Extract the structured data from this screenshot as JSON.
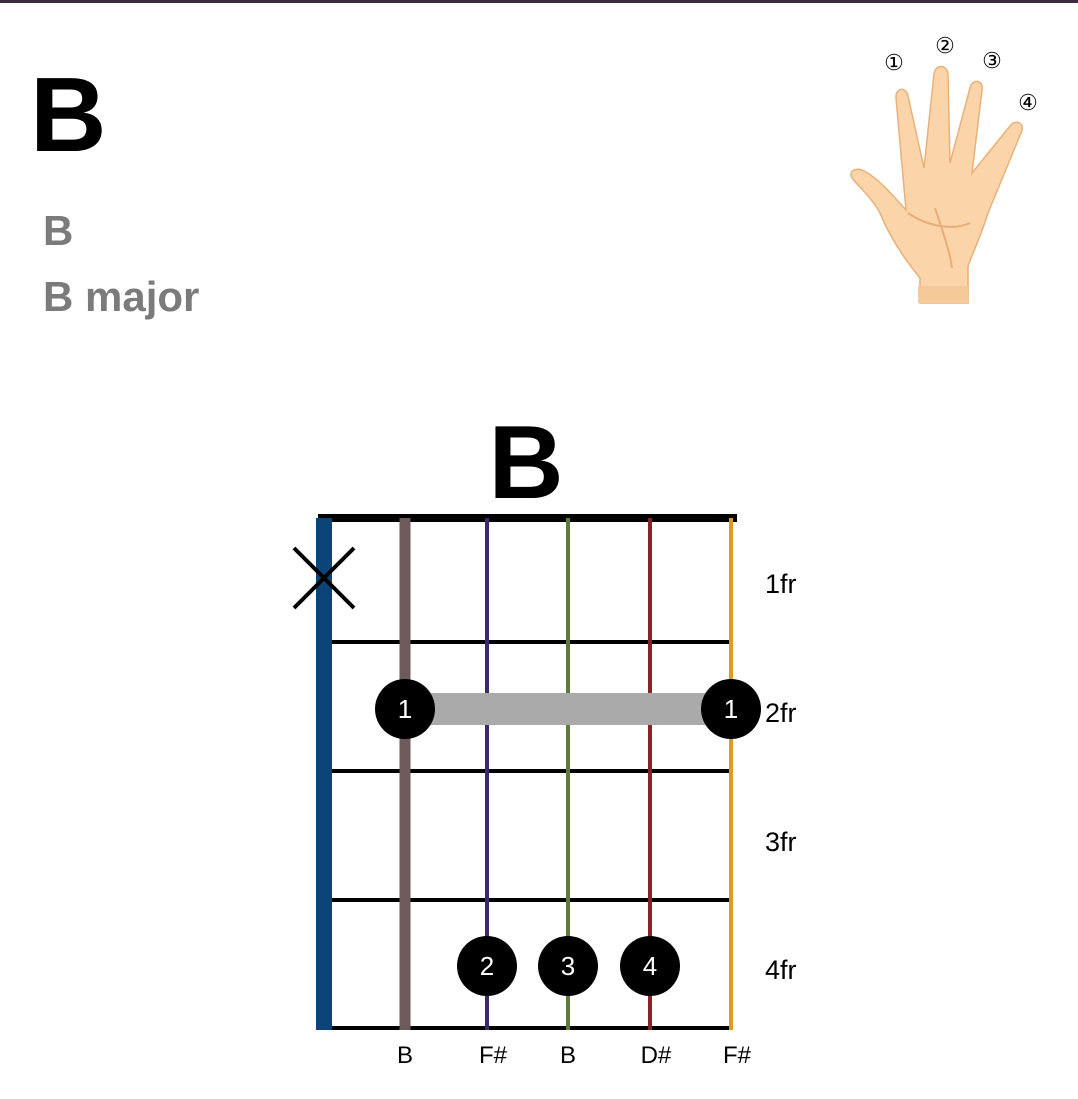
{
  "header": {
    "title": "B",
    "subtitle": "B",
    "quality": "B major"
  },
  "hand_legend": {
    "icon": "hand-icon",
    "finger_numbers": [
      "①",
      "②",
      "③",
      "④"
    ]
  },
  "chord_diagram": {
    "name": "B",
    "strings": [
      {
        "index": 6,
        "color": "#0d4477",
        "muted": true,
        "note": ""
      },
      {
        "index": 5,
        "color": "#6d5a5a",
        "muted": false,
        "note": "B"
      },
      {
        "index": 4,
        "color": "#3b2a66",
        "muted": false,
        "note": "F#"
      },
      {
        "index": 3,
        "color": "#5c7a3a",
        "muted": false,
        "note": "B"
      },
      {
        "index": 2,
        "color": "#8b2027",
        "muted": false,
        "note": "D#"
      },
      {
        "index": 1,
        "color": "#e2972a",
        "muted": false,
        "note": "F#"
      }
    ],
    "fret_labels": [
      "1fr",
      "2fr",
      "3fr",
      "4fr"
    ],
    "barre": {
      "fret": 2,
      "from_string": 5,
      "to_string": 1,
      "finger": "1"
    },
    "dots": [
      {
        "string": 5,
        "fret": 2,
        "finger": "1"
      },
      {
        "string": 1,
        "fret": 2,
        "finger": "1"
      },
      {
        "string": 4,
        "fret": 4,
        "finger": "2"
      },
      {
        "string": 3,
        "fret": 4,
        "finger": "3"
      },
      {
        "string": 2,
        "fret": 4,
        "finger": "4"
      }
    ]
  }
}
